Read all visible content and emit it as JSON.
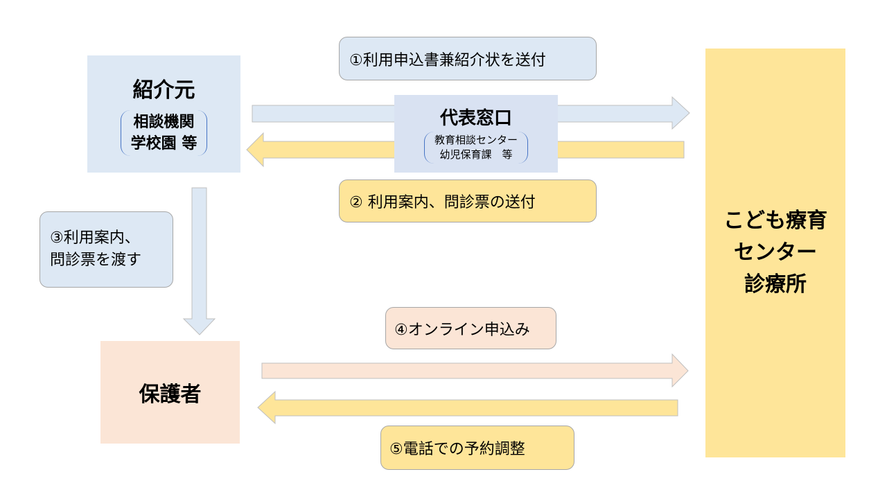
{
  "referrer": {
    "title": "紹介元",
    "sub_lines": [
      "相談機関",
      "学校園 等"
    ]
  },
  "window": {
    "title": "代表窓口",
    "sub_lines": [
      "教育相談センター",
      "幼児保育課　等"
    ]
  },
  "center": {
    "lines": [
      "こども療育",
      "センター",
      "診療所"
    ]
  },
  "guardian": {
    "title": "保護者"
  },
  "steps": [
    {
      "label": "①利用申込書兼紹介状を送付"
    },
    {
      "label": "② 利用案内、問診票の送付"
    },
    {
      "label_lines": [
        "③利用案内、",
        "問診票を渡す"
      ]
    },
    {
      "label": "④オンライン申込み"
    },
    {
      "label": "⑤電話での予約調整"
    }
  ],
  "colors": {
    "blue": "#dde8f4",
    "yellow": "#fee599",
    "peach": "#fbe5d6",
    "window": "#d9e2f2"
  }
}
